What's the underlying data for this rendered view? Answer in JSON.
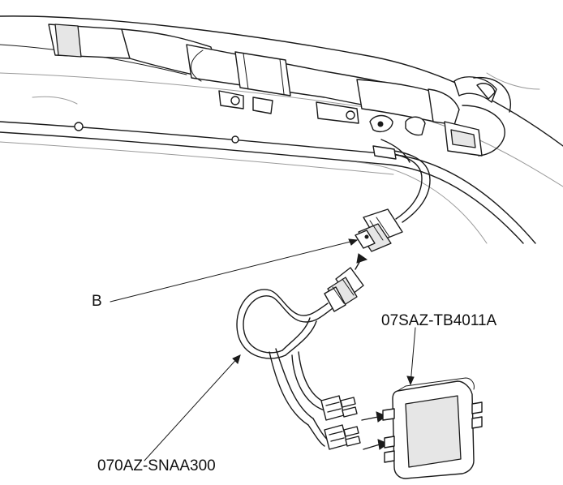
{
  "callouts": {
    "connector_label": "B",
    "box_tool": "07SAZ-TB4011A",
    "harness_tool": "070AZ-SNAA300"
  }
}
